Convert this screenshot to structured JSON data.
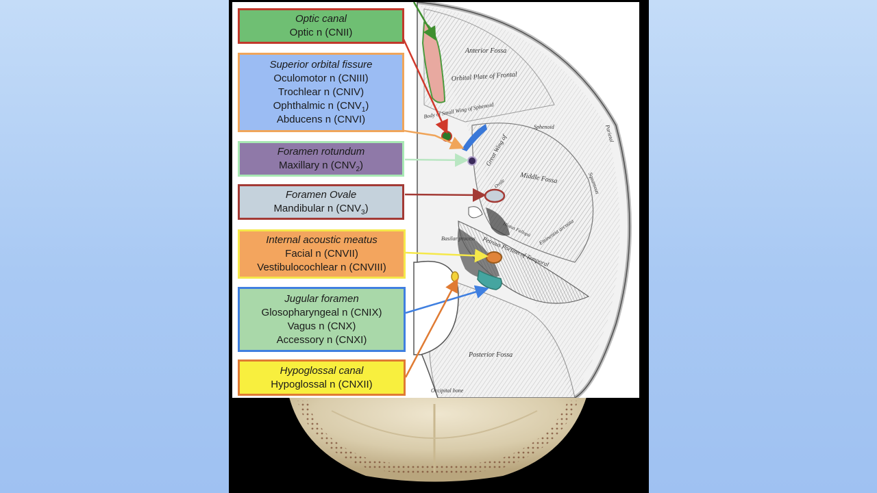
{
  "labels": {
    "optic": {
      "title": "Optic canal",
      "lines": [
        "Optic n (CNII)"
      ],
      "fill": "#6fbf73",
      "border": "#c0392b"
    },
    "sof": {
      "title": "Superior orbital fissure",
      "lines": [
        "Oculomotor n (CNIII)",
        "Trochlear n (CNIV)",
        "Ophthalmic n (CNV",
        "Abducens n (CNVI)"
      ],
      "ophthalmic_sub": "1",
      "ophthalmic_close": ")",
      "fill": "#9bbcf3",
      "border": "#f0a55a"
    },
    "rotundum": {
      "title": "Foramen rotundum",
      "line_prefix": "Maxillary n (CNV",
      "line_sub": "2",
      "line_close": ")",
      "fill": "#8f79a8",
      "border": "#a8e8b4"
    },
    "ovale": {
      "title": "Foramen Ovale",
      "line_prefix": "Mandibular n (CNV",
      "line_sub": "3",
      "line_close": ")",
      "fill": "#c5d2dc",
      "border": "#a33a35"
    },
    "iam": {
      "title": "Internal acoustic meatus",
      "lines": [
        "Facial n (CNVII)",
        "Vestibulocochlear n (CNVIII)"
      ],
      "fill": "#f3a55e",
      "border": "#f5e84a"
    },
    "jugular": {
      "title": "Jugular foramen",
      "lines": [
        "Glosopharyngeal n (CNIX)",
        "Vagus n (CNX)",
        "Accessory n (CNXI)"
      ],
      "fill": "#a9d8a9",
      "border": "#3f7fe0"
    },
    "hypoglossal": {
      "title": "Hypoglossal canal",
      "lines": [
        "Hypoglossal n (CNXII)"
      ],
      "fill": "#f8ef3e",
      "border": "#e07b33"
    }
  },
  "engraving_labels": [
    "Anterior Fossa",
    "Orbital Plate of Frontal",
    "Body of Small Wing of Sphenoid",
    "Sphenoid",
    "Great Wing of",
    "Middle Fossa",
    "Squamous",
    "Parietal",
    "Ovale",
    "Petrous Portion of Temporal",
    "Eminentia arcuata",
    "Hiatus Fallopii",
    "Basilar process",
    "Posterior Fossa",
    "Occipital bone"
  ]
}
